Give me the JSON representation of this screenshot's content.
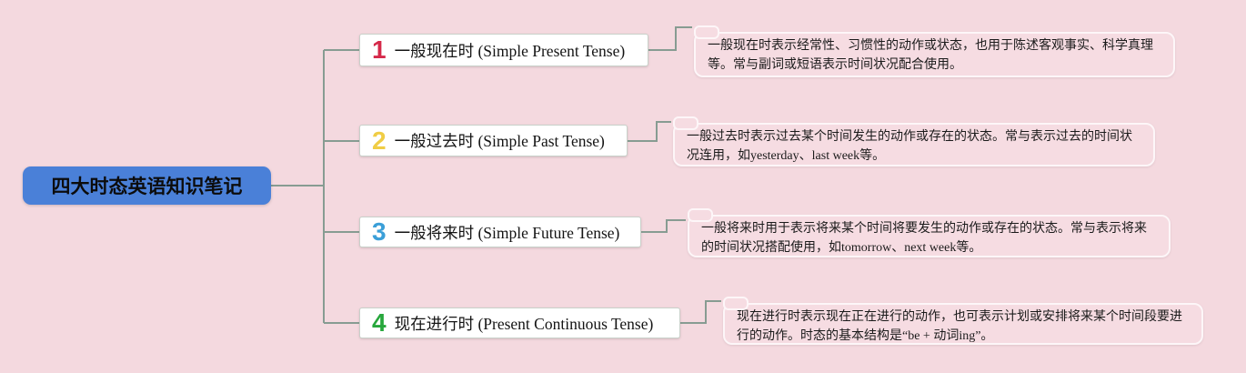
{
  "root": {
    "label": "四大时态英语知识笔记"
  },
  "branches": [
    {
      "number": "1",
      "number_color": "#d5294a",
      "label": "一般现在时 (Simple Present Tense)",
      "description": "一般现在时表示经常性、习惯性的动作或状态，也用于陈述客观事实、科学真理等。常与副词或短语表示时间状况配合使用。"
    },
    {
      "number": "2",
      "number_color": "#f0cd45",
      "label": "一般过去时 (Simple Past Tense)",
      "description": "一般过去时表示过去某个时间发生的动作或存在的状态。常与表示过去的时间状况连用，如yesterday、last week等。"
    },
    {
      "number": "3",
      "number_color": "#3b9fd8",
      "label": "一般将来时 (Simple Future Tense)",
      "description": "一般将来时用于表示将来某个时间将要发生的动作或存在的状态。常与表示将来的时间状况搭配使用，如tomorrow、next week等。"
    },
    {
      "number": "4",
      "number_color": "#27a73c",
      "label": "现在进行时 (Present Continuous Tense)",
      "description": "现在进行时表示现在正在进行的动作，也可表示计划或安排将来某个时间段要进行的动作。时态的基本结构是“be + 动词ing”。"
    }
  ],
  "colors": {
    "background": "#f4d9df",
    "root_bg": "#4a80d8",
    "connector": "#879c92",
    "node_bg": "#ffffff",
    "note_bg": "#f6dce2",
    "note_border": "#fdf6f8"
  }
}
